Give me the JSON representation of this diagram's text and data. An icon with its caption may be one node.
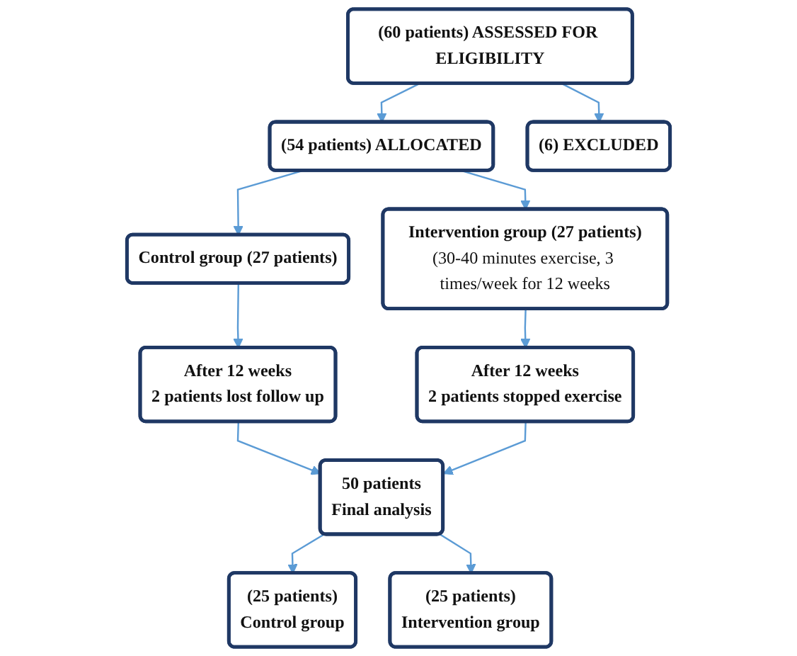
{
  "diagram": {
    "nodes": [
      {
        "text": [
          "(60 patients) ASSESSED FOR ELIGIBILITY"
        ]
      },
      {
        "text": [
          "(6) EXCLUDED"
        ]
      },
      {
        "text": [
          "(54 patients) ALLOCATED"
        ]
      },
      {
        "text": [
          "Control group (27 patients)"
        ]
      },
      {
        "text": [
          "Intervention group (27 patients)",
          "(30-40 minutes exercise, 3 times/week for 12 weeks"
        ]
      },
      {
        "text": [
          "After 12 weeks",
          "2 patients lost follow up"
        ]
      },
      {
        "text": [
          "After 12 weeks",
          "2 patients stopped exercise"
        ]
      },
      {
        "text": [
          "50 patients",
          "Final analysis"
        ]
      },
      {
        "text": [
          "(25 patients)",
          "Control group"
        ]
      },
      {
        "text": [
          "(25 patients)",
          "Intervention group"
        ]
      }
    ],
    "edges": [
      {
        "from": 0,
        "to": 2,
        "arrow": "to"
      },
      {
        "from": 0,
        "to": 1,
        "arrow": "to"
      },
      {
        "from": 2,
        "to": 3,
        "arrow": "to"
      },
      {
        "from": 2,
        "to": 4,
        "arrow": "to"
      },
      {
        "from": 3,
        "to": 5,
        "arrow": "to"
      },
      {
        "from": 4,
        "to": 6,
        "arrow": "to"
      },
      {
        "from": 5,
        "to": 7,
        "arrow": "to"
      },
      {
        "from": 6,
        "to": 7,
        "arrow": "to"
      },
      {
        "from": 7,
        "to": 8,
        "arrow": "to"
      },
      {
        "from": 7,
        "to": 9,
        "arrow": "to"
      }
    ]
  }
}
